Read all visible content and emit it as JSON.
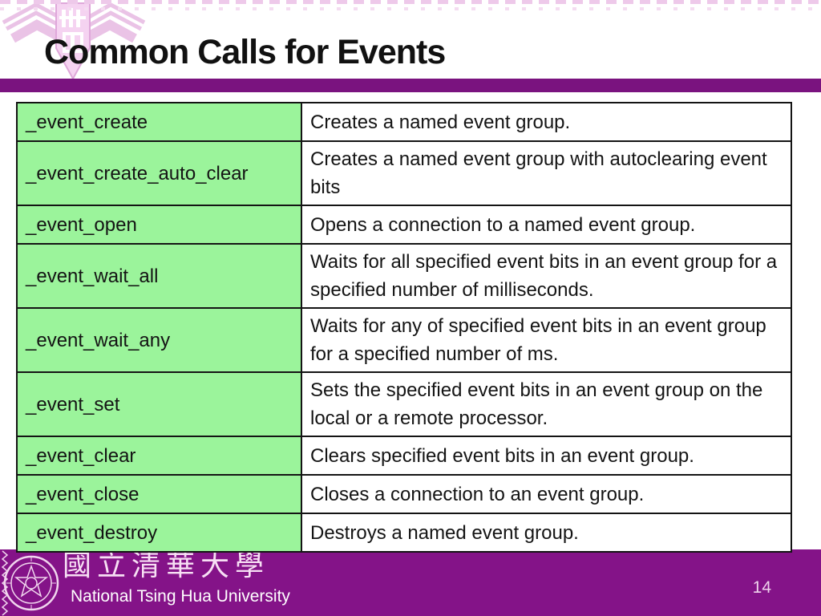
{
  "slide": {
    "title": "Common Calls for Events",
    "page_number": "14"
  },
  "table": {
    "rows": [
      {
        "call": "_event_create",
        "description": "Creates a named event group."
      },
      {
        "call": "_event_create_auto_clear",
        "description": "Creates a named event group with autoclearing event bits"
      },
      {
        "call": "_event_open",
        "description": "Opens a connection to a named event group."
      },
      {
        "call": "_event_wait_all",
        "description": "Waits for all specified event bits in an event group for a specified number of milliseconds."
      },
      {
        "call": "_event_wait_any",
        "description": "Waits for any of specified event bits in an event group for a specified number of ms."
      },
      {
        "call": "_event_set",
        "description": "Sets the specified event bits in an event group on the local or a remote processor."
      },
      {
        "call": "_event_clear",
        "description": "Clears specified event bits in an event group."
      },
      {
        "call": "_event_close",
        "description": "Closes a connection to an event group."
      },
      {
        "call": "_event_destroy",
        "description": "Destroys a named event group."
      }
    ]
  },
  "footer": {
    "university_zh": "國立清華大學",
    "university_en": "National Tsing Hua University"
  },
  "icons": {
    "watermark": "nthu-emblem-watermark",
    "seal": "university-seal"
  },
  "colors": {
    "accent_purple": "#7a137f",
    "footer_purple": "#841388",
    "cell_green": "#9bf49b",
    "watermark_pink": "#eec9ea",
    "title_text": "#111111"
  }
}
